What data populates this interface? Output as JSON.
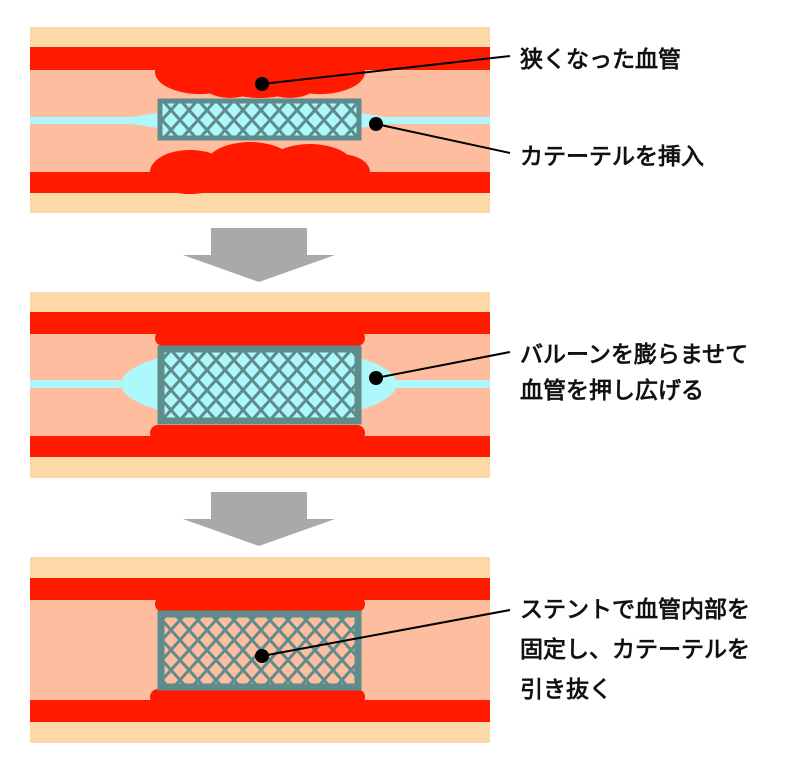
{
  "colors": {
    "outer": "#fdd9a8",
    "wall": "#ff1a00",
    "lumen": "#fdbd9e",
    "balloon": "#aef7fb",
    "stent": "#5e8c8c",
    "arrow": "#a9a9a9"
  },
  "steps": [
    {
      "labels": [
        "狭くなった血管",
        "カテーテルを挿入"
      ]
    },
    {
      "labels": [
        "バルーンを膨らませて",
        "血管を押し広げる"
      ]
    },
    {
      "labels": [
        "ステントで血管内部を",
        "固定し、カテーテルを",
        "引き抜く"
      ]
    }
  ]
}
